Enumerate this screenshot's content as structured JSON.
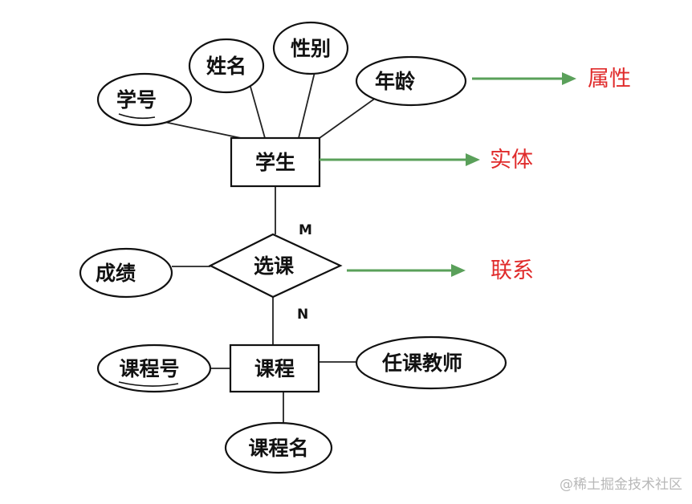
{
  "colors": {
    "entity_stroke": "#111111",
    "legend_text": "#e02b2b",
    "arrow": "#5aa05a",
    "watermark": "#b8b8b8"
  },
  "diagram": {
    "entities": [
      {
        "id": "student",
        "label": "学生"
      },
      {
        "id": "course",
        "label": "课程"
      }
    ],
    "relationship": {
      "id": "enroll",
      "label": "选课"
    },
    "attributes": [
      {
        "id": "student_id",
        "label": "学号",
        "of": "student",
        "key": true
      },
      {
        "id": "student_name",
        "label": "姓名",
        "of": "student"
      },
      {
        "id": "student_gender",
        "label": "性别",
        "of": "student"
      },
      {
        "id": "student_age",
        "label": "年龄",
        "of": "student"
      },
      {
        "id": "grade",
        "label": "成绩",
        "of": "enroll"
      },
      {
        "id": "course_id",
        "label": "课程号",
        "of": "course",
        "key": true
      },
      {
        "id": "course_teacher",
        "label": "任课教师",
        "of": "course"
      },
      {
        "id": "course_name",
        "label": "课程名",
        "of": "course"
      }
    ],
    "cardinality": {
      "student_side": "M",
      "course_side": "N"
    },
    "legend": [
      {
        "id": "attribute",
        "label": "属性"
      },
      {
        "id": "entity",
        "label": "实体"
      },
      {
        "id": "relationship",
        "label": "联系"
      }
    ]
  },
  "watermark": "@稀土掘金技术社区"
}
